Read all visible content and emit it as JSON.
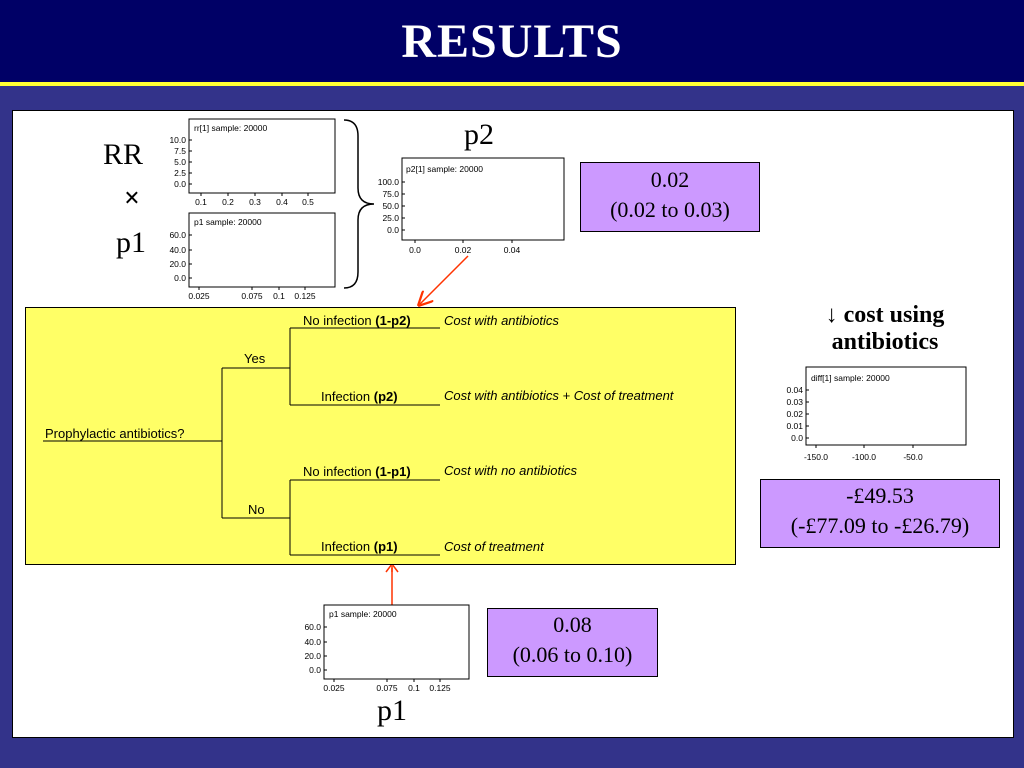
{
  "title": "RESULTS",
  "labels": {
    "rr": "RR",
    "times": "×",
    "p1_left": "p1",
    "p2_top": "p2",
    "p1_bottom": "p1"
  },
  "cost_heading": {
    "arrow": "↓",
    "line1": "cost using",
    "line2": "antibiotics"
  },
  "boxes": {
    "p2": {
      "estimate": "0.02",
      "interval": "(0.02 to 0.03)"
    },
    "diff": {
      "estimate": "-£49.53",
      "interval": "(-£77.09 to -£26.79)"
    },
    "p1": {
      "estimate": "0.08",
      "interval": "(0.06 to 0.10)"
    }
  },
  "plots": {
    "rr": {
      "label": "rr[1] sample: 20000",
      "yticks": [
        "10.0",
        "7.5",
        "5.0",
        "2.5",
        "0.0"
      ],
      "xticks": [
        "0.1",
        "0.2",
        "0.3",
        "0.4",
        "0.5"
      ]
    },
    "p1_small": {
      "label": "p1 sample: 20000",
      "yticks": [
        "60.0",
        "40.0",
        "20.0",
        "0.0"
      ],
      "xticks": [
        "0.025",
        "0.075",
        "0.1",
        "0.125"
      ]
    },
    "p2": {
      "label": "p2[1] sample: 20000",
      "yticks": [
        "100.0",
        "75.0",
        "50.0",
        "25.0",
        "0.0"
      ],
      "xticks": [
        "0.0",
        "0.02",
        "0.04"
      ]
    },
    "diff": {
      "label": "diff[1] sample: 20000",
      "yticks": [
        "0.04",
        "0.03",
        "0.02",
        "0.01",
        "0.0"
      ],
      "xticks": [
        "-150.0",
        "-100.0",
        "-50.0"
      ]
    },
    "p1_bottom": {
      "label": "p1 sample: 20000",
      "yticks": [
        "60.0",
        "40.0",
        "20.0",
        "0.0"
      ],
      "xticks": [
        "0.025",
        "0.075",
        "0.1",
        "0.125"
      ]
    }
  },
  "tree": {
    "root": "Prophylactic antibiotics?",
    "yes": "Yes",
    "no": "No",
    "yes_no_infection": {
      "text": "No infection ",
      "prob": "(1-p2)",
      "outcome": "Cost with antibiotics"
    },
    "yes_infection": {
      "text": "Infection ",
      "prob": "(p2)",
      "outcome": "Cost with antibiotics + Cost of treatment"
    },
    "no_no_infection": {
      "text": "No infection ",
      "prob": "(1-p1)",
      "outcome": "Cost with no antibiotics"
    },
    "no_infection": {
      "text": "Infection ",
      "prob": "(p1)",
      "outcome": "Cost of treatment"
    }
  }
}
